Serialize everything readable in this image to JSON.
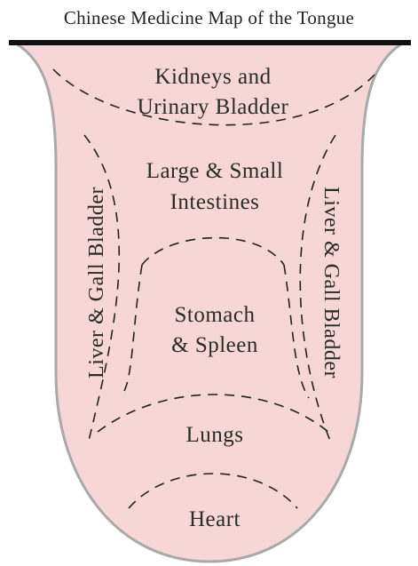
{
  "title": "Chinese Medicine Map of the Tongue",
  "colors": {
    "tongue_fill": "#f6d6d6",
    "tongue_outline": "#a9a9a9",
    "zone_line": "#222222",
    "top_bar": "#111111"
  },
  "zones": {
    "kidneys": {
      "line1": "Kidneys and",
      "line2": "Urinary Bladder"
    },
    "intestines": {
      "line1": "Large & Small",
      "line2": "Intestines"
    },
    "stomach": {
      "line1": "Stomach",
      "line2": "& Spleen"
    },
    "lungs": {
      "label": "Lungs"
    },
    "heart": {
      "label": "Heart"
    },
    "liver_left": {
      "label": "Liver & Gall Bladder"
    },
    "liver_right": {
      "label": "Liver & Gall Bladder"
    }
  }
}
